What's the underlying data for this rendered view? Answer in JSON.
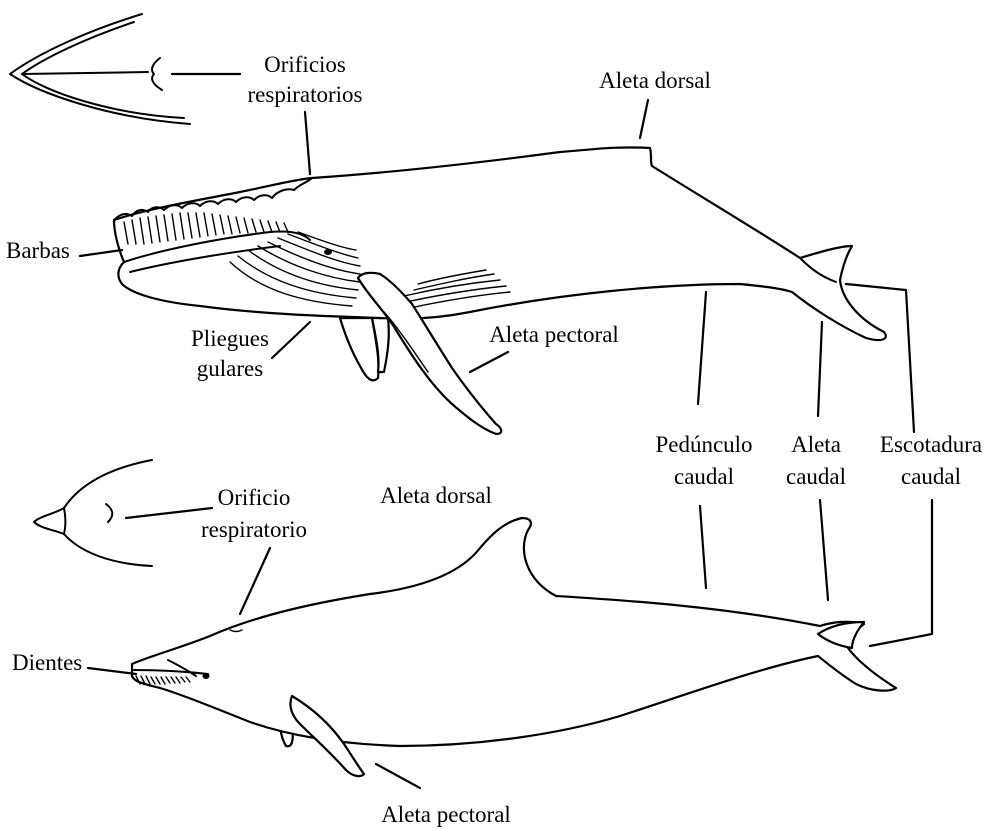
{
  "colors": {
    "ink": "#000000",
    "background": "#ffffff"
  },
  "whale": {
    "name": "humpback-whale",
    "labels": {
      "blowholes_line1": "Orificios",
      "blowholes_line2": "respiratorios",
      "dorsal_fin": "Aleta dorsal",
      "baleen": "Barbas",
      "throat_grooves_line1": "Pliegues",
      "throat_grooves_line2": "gulares",
      "pectoral_fin": "Aleta pectoral"
    }
  },
  "shared": {
    "labels": {
      "peduncle_line1": "Pedúnculo",
      "peduncle_line2": "caudal",
      "fluke_line1": "Aleta",
      "fluke_line2": "caudal",
      "notch_line1": "Escotadura",
      "notch_line2": "caudal"
    }
  },
  "dolphin": {
    "name": "dolphin",
    "labels": {
      "blowhole_line1": "Orificio",
      "blowhole_line2": "respiratorio",
      "dorsal_fin": "Aleta dorsal",
      "teeth": "Dientes",
      "pectoral_fin": "Aleta pectoral"
    }
  }
}
